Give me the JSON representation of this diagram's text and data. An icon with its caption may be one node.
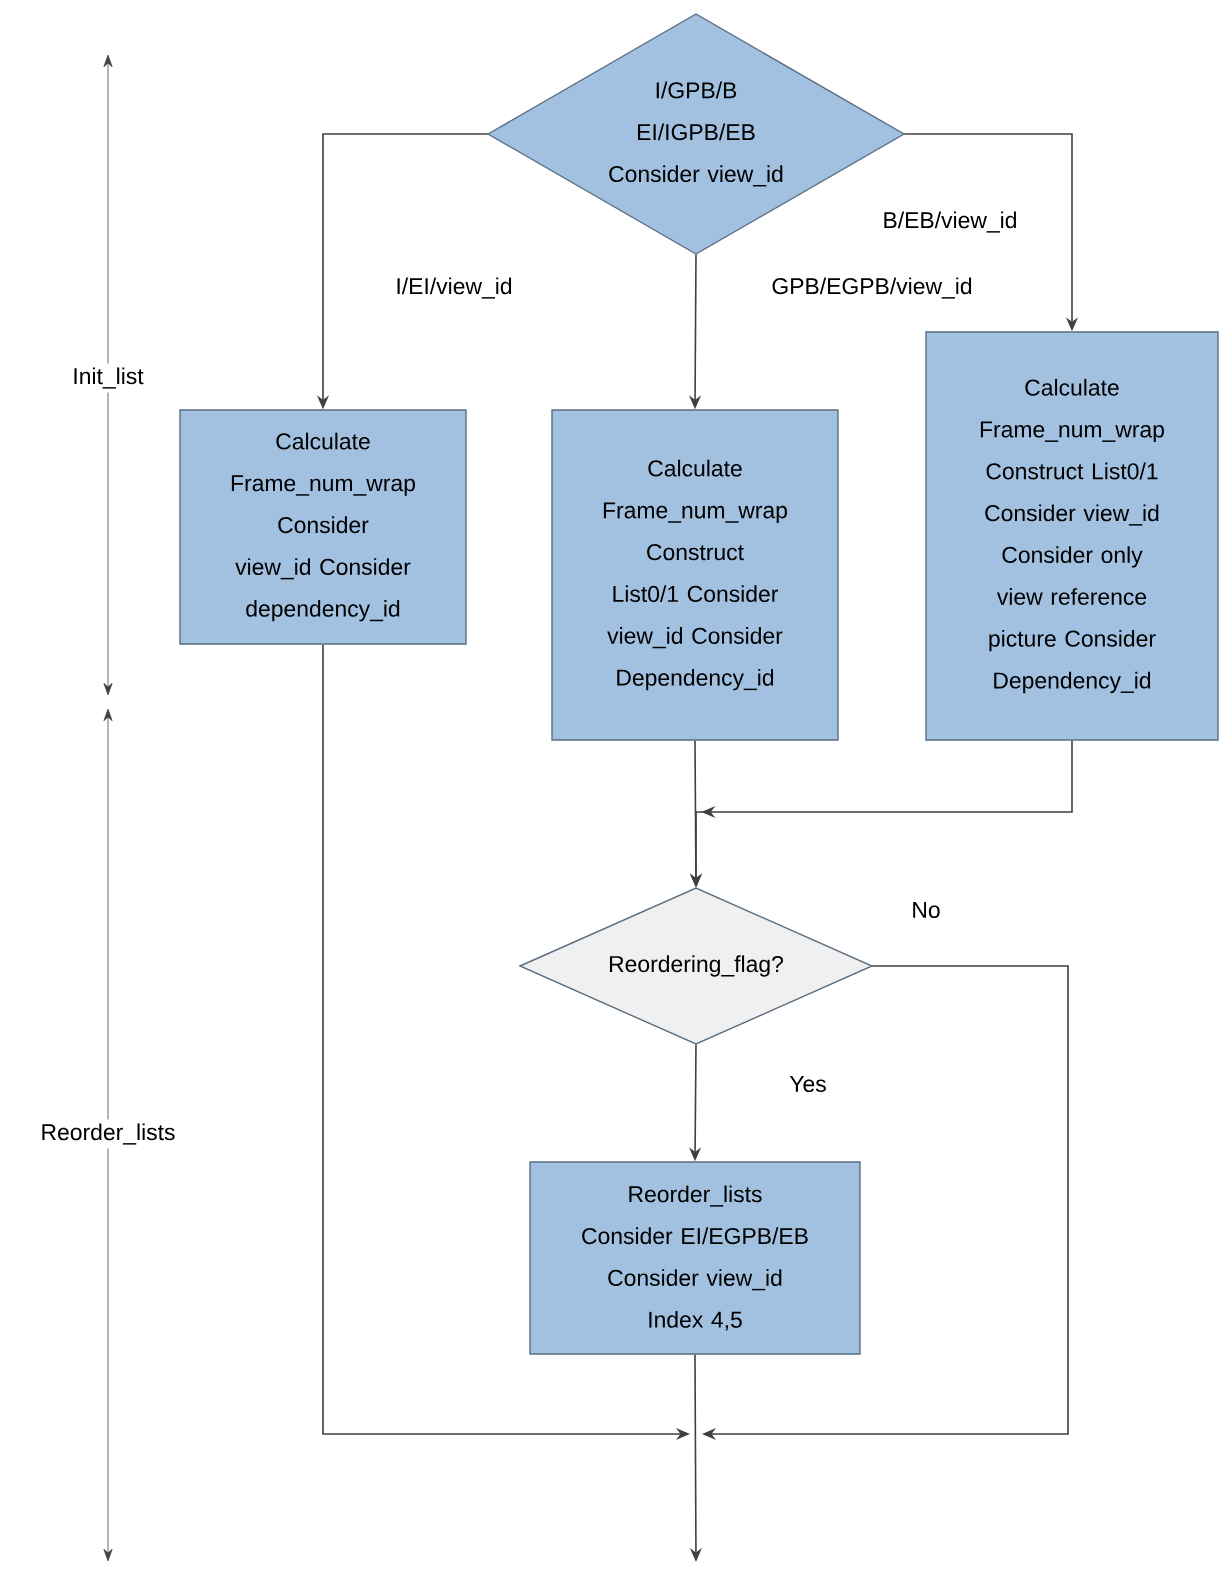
{
  "diagram": {
    "nodes": [
      {
        "text": [
          "I/GPB/B EI/IGPB/EB Consider view_id"
        ]
      },
      {
        "text": [
          "Calculate Frame_num_wrap Consider view_id Consider dependency_id"
        ]
      },
      {
        "text": [
          "Calculate Frame_num_wrap Construct List0/1 Consider view_id Consider Dependency_id"
        ]
      },
      {
        "text": [
          "Calculate Frame_num_wrap Construct List0/1 Consider view_id Consider only view reference picture Consider Dependency_id"
        ]
      },
      {
        "text": [
          "Reordering_flag?"
        ]
      },
      {
        "text": [
          "Reorder_lists Consider EI/EGPB/EB Consider view_id Index 4,5"
        ]
      }
    ],
    "edges": [
      {
        "from": 0,
        "to": 1,
        "arrow": "to",
        "label": "I/EI/view_id"
      },
      {
        "from": 0,
        "to": 2,
        "arrow": "to",
        "label": "GPB/EGPB/view_id"
      },
      {
        "from": 0,
        "to": 3,
        "arrow": "to",
        "label": "B/EB/view_id"
      },
      {
        "from": 2,
        "to": 4,
        "arrow": "to"
      },
      {
        "from": 3,
        "to": 4,
        "arrow": "to"
      },
      {
        "from": 4,
        "to": 5,
        "arrow": "to",
        "label": "Yes"
      },
      {
        "from": 1,
        "to": null,
        "arrow": "to"
      },
      {
        "from": 5,
        "to": null,
        "arrow": "to"
      },
      {
        "from": 4,
        "to": null,
        "arrow": "to",
        "label": "No"
      }
    ],
    "labels": [
      "Init_list",
      "Reorder_lists"
    ]
  }
}
